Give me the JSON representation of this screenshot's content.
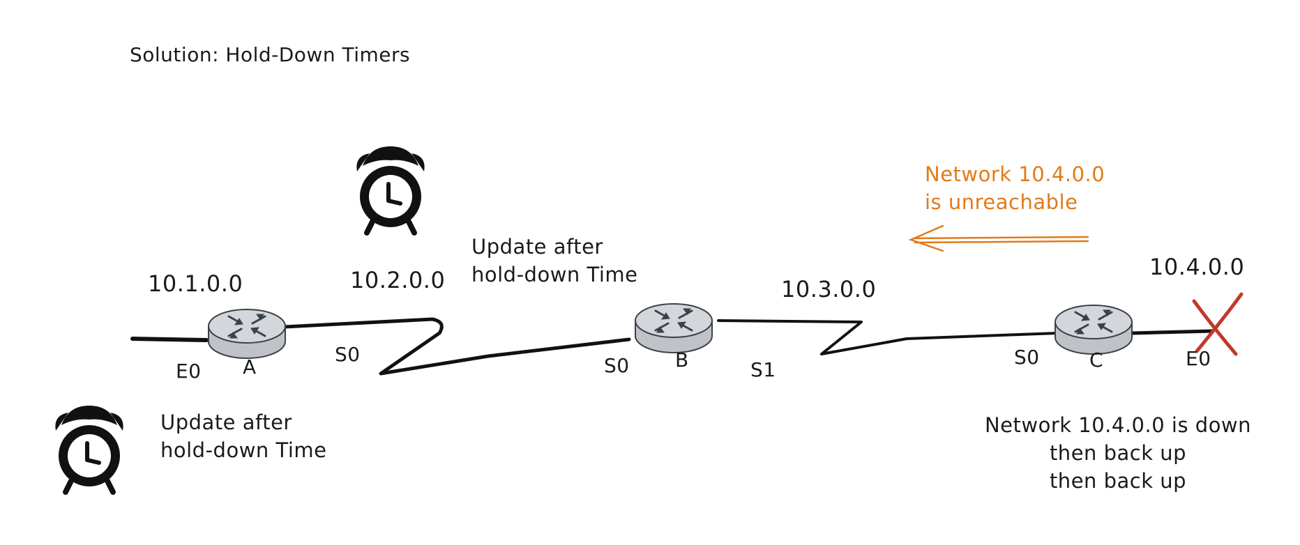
{
  "title": "Solution: Hold-Down Timers",
  "networks": {
    "n1": "10.1.0.0",
    "n2": "10.2.0.0",
    "n3": "10.3.0.0",
    "n4": "10.4.0.0"
  },
  "routers": {
    "a": "A",
    "b": "B",
    "c": "C"
  },
  "interfaces": {
    "a_e0": "E0",
    "a_s0": "S0",
    "b_s0": "S0",
    "b_s1": "S1",
    "c_s0": "S0",
    "c_e0": "E0"
  },
  "notes": {
    "update_b": [
      "Update after",
      "hold-down Time"
    ],
    "update_a": [
      "Update after",
      "hold-down Time"
    ],
    "unreachable": [
      "Network 10.4.0.0",
      "is unreachable"
    ],
    "down": [
      "Network 10.4.0.0 is down",
      "then back up",
      "then back up"
    ]
  },
  "icons": {
    "router": "router-icon",
    "clock": "alarm-clock-icon",
    "failure": "x-mark-icon"
  },
  "colors": {
    "ink": "#1a1a1a",
    "accent_orange": "#e07b1a",
    "failure_red": "#c0392b",
    "router_fill": "#c9ccd1"
  }
}
